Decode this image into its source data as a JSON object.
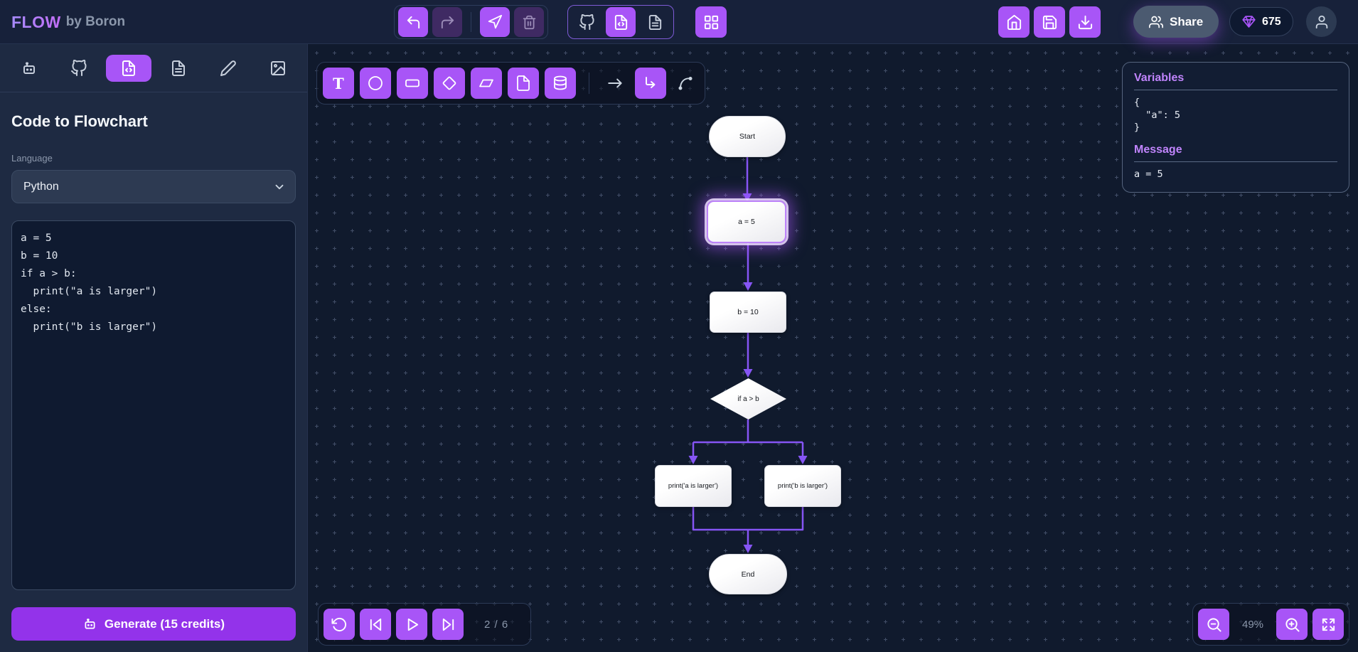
{
  "topbar": {
    "brand": "FLOW",
    "brand_suffix": "by Boron",
    "share_label": "Share",
    "credits": "675"
  },
  "sidebar": {
    "title": "Code to Flowchart",
    "language_label": "Language",
    "language_value": "Python",
    "code": "a = 5\nb = 10\nif a > b:\n  print(\"a is larger\")\nelse:\n  print(\"b is larger\")",
    "generate_label": "Generate (15 credits)"
  },
  "canvas": {
    "nodes": {
      "start": "Start",
      "assign_a": "a = 5",
      "assign_b": "b = 10",
      "condition": "if a > b",
      "branch_true": "print('a is larger')",
      "branch_false": "print('b is larger')",
      "end": "End"
    },
    "playback": {
      "step_indicator": "2 / 6"
    },
    "zoom_level": "49%"
  },
  "variables_panel": {
    "variables_title": "Variables",
    "variables_json": "{\n  \"a\": 5\n}",
    "message_title": "Message",
    "message_value": "a = 5"
  },
  "icons": {
    "topbar": [
      "undo-icon",
      "redo-icon",
      "pointer-icon",
      "trash-icon",
      "github-icon",
      "file-code-icon",
      "file-text-icon",
      "grid-icon",
      "home-icon",
      "save-icon",
      "download-icon",
      "users-icon",
      "gem-icon",
      "user-icon"
    ],
    "sidebar_tabs": [
      "robot-icon",
      "github-icon",
      "file-code-icon",
      "file-text-icon",
      "brush-icon",
      "image-icon"
    ],
    "shape_toolbar": [
      "text-tool-icon",
      "circle-tool-icon",
      "rectangle-tool-icon",
      "diamond-tool-icon",
      "parallelogram-tool-icon",
      "file-tool-icon",
      "database-tool-icon",
      "straight-arrow-icon",
      "elbow-arrow-icon",
      "curve-arrow-icon"
    ],
    "playback": [
      "restart-icon",
      "skip-back-icon",
      "play-icon",
      "skip-forward-icon"
    ],
    "zoom": [
      "zoom-out-icon",
      "zoom-in-icon",
      "fullscreen-icon"
    ]
  },
  "colors": {
    "primary_purple": "#a855f7",
    "generate_purple": "#9333ea",
    "connector_purple": "#8655f5",
    "panel_heading_purple": "#c084fc",
    "topbar_bg": "#17213a",
    "sidebar_bg": "#1e2a42",
    "canvas_bg": "#101a2d",
    "node_fill": "#ffffff"
  }
}
